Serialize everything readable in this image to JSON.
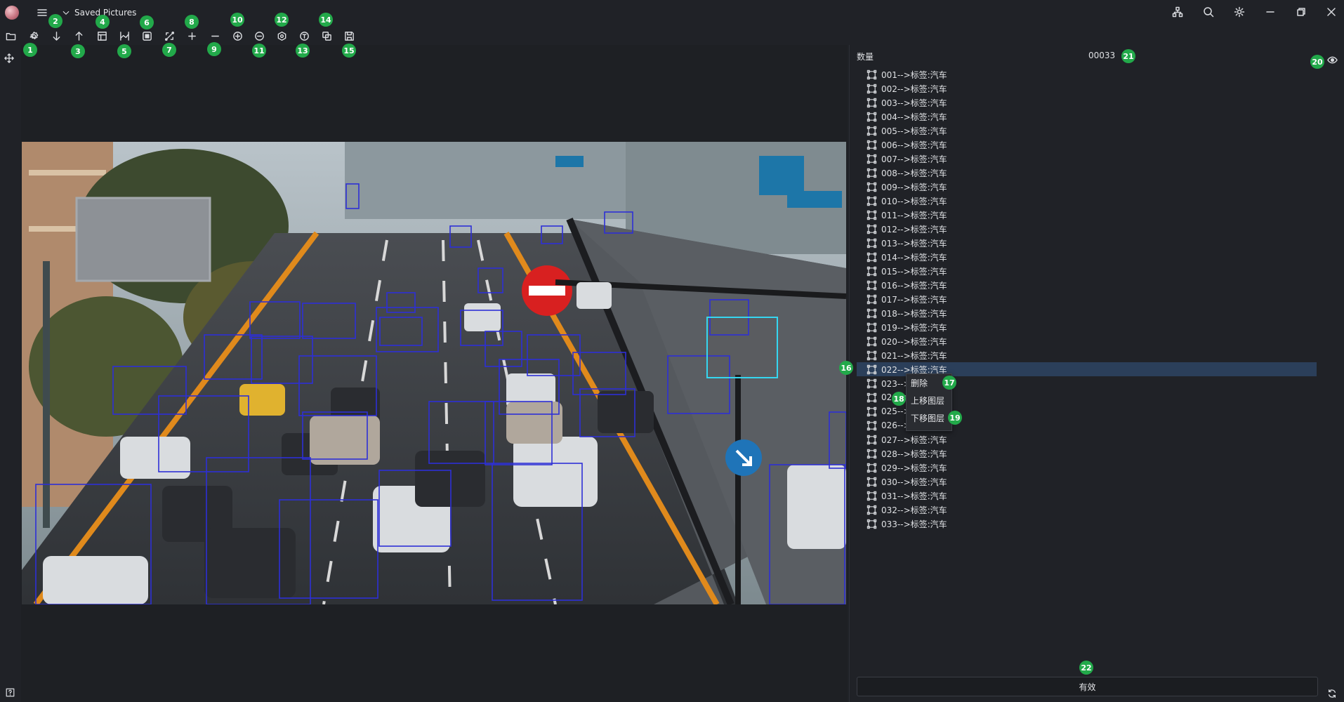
{
  "titlebar": {
    "title": "Saved Pictures",
    "icons": [
      "app-logo",
      "menu-icon",
      "chevron-down-icon",
      "hierarchy-icon",
      "search-icon",
      "gear-icon",
      "minimize-icon",
      "restore-icon",
      "close-icon"
    ]
  },
  "toolbar": {
    "icons": [
      "folder-icon",
      "gear-cog-icon",
      "arrow-down-icon",
      "arrow-up-icon",
      "layout-icon",
      "split-icon",
      "square-target-icon",
      "crop-transform-icon",
      "plus-icon",
      "minus-icon",
      "zoom-in-icon",
      "zoom-out-icon",
      "settings-hex-icon",
      "text-icon",
      "copy-icon",
      "save-icon",
      "comment-icon"
    ]
  },
  "panel": {
    "count_label": "数量",
    "count_value": "00033",
    "items": [
      "001-->标签:汽车",
      "002-->标签:汽车",
      "003-->标签:汽车",
      "004-->标签:汽车",
      "005-->标签:汽车",
      "006-->标签:汽车",
      "007-->标签:汽车",
      "008-->标签:汽车",
      "009-->标签:汽车",
      "010-->标签:汽车",
      "011-->标签:汽车",
      "012-->标签:汽车",
      "013-->标签:汽车",
      "014-->标签:汽车",
      "015-->标签:汽车",
      "016-->标签:汽车",
      "017-->标签:汽车",
      "018-->标签:汽车",
      "019-->标签:汽车",
      "020-->标签:汽车",
      "021-->标签:汽车",
      "022-->标签:汽车",
      "023-->标",
      "024-->",
      "025-->",
      "026-->",
      "027-->标签:汽车",
      "028-->标签:汽车",
      "029-->标签:汽车",
      "030-->标签:汽车",
      "031-->标签:汽车",
      "032-->标签:汽车",
      "033-->标签:汽车"
    ],
    "selected_index": 21,
    "ok_button": "有效"
  },
  "context_menu": {
    "delete": "删除",
    "move_up": "上移图层",
    "move_down": "下移图层"
  },
  "markers": [
    "1",
    "2",
    "3",
    "4",
    "5",
    "6",
    "7",
    "8",
    "9",
    "10",
    "11",
    "12",
    "13",
    "14",
    "15",
    "16",
    "17",
    "18",
    "19",
    "20",
    "21",
    "22"
  ],
  "colors": {
    "background": "#202227",
    "selection": "#2b3f5a",
    "marker": "#22a94a",
    "bbox": "#2d2fd6",
    "bbox_highlight": "#35d6f0"
  }
}
